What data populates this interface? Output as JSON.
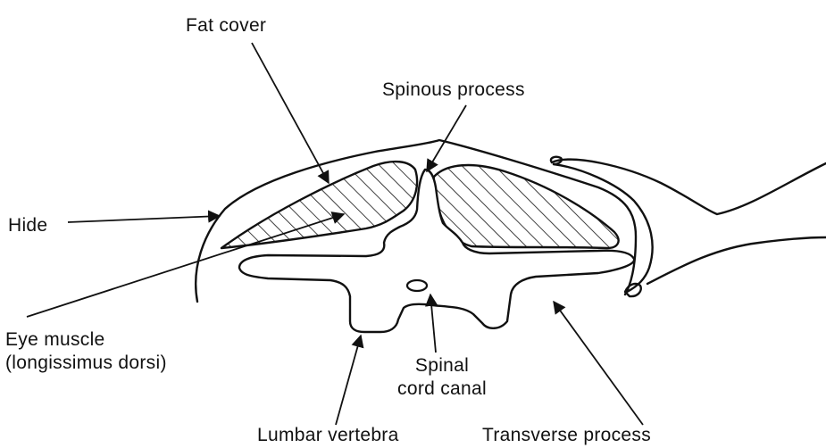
{
  "diagram": {
    "labels": {
      "fat_cover": "Fat cover",
      "spinous_process": "Spinous process",
      "hide": "Hide",
      "eye_muscle_line1": "Eye muscle",
      "eye_muscle_line2": "(longissimus dorsi)",
      "spinal_cord_line1": "Spinal",
      "spinal_cord_line2": "cord canal",
      "lumbar_vertebra": "Lumbar vertebra",
      "transverse_process": "Transverse process"
    }
  }
}
